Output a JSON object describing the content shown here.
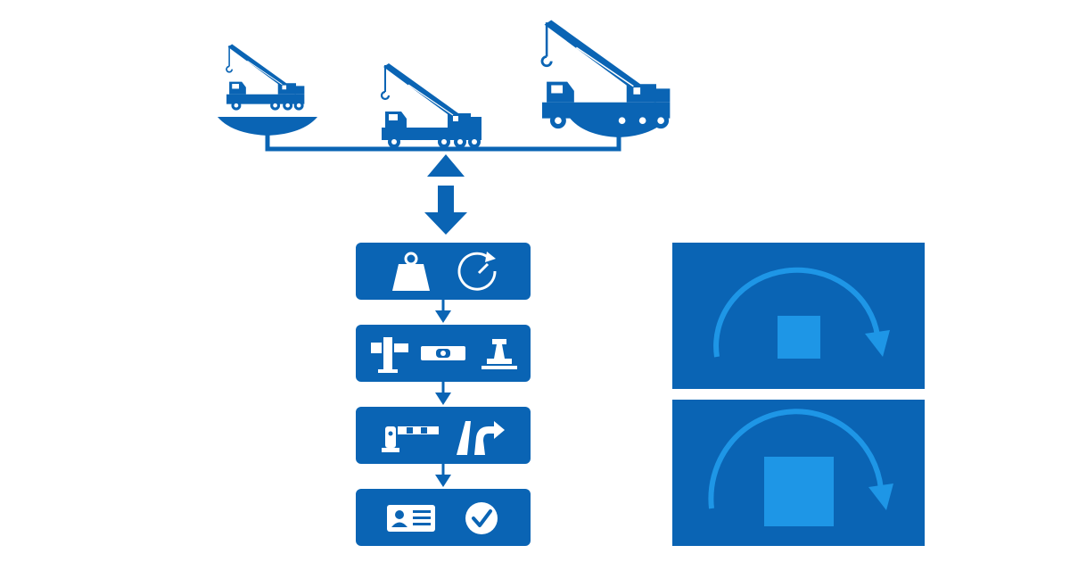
{
  "colors": {
    "primary": "#0a64b4",
    "accent": "#1e96e6",
    "background": "#ffffff",
    "icon_fill": "#ffffff"
  },
  "crane_balance": {
    "cranes": [
      {
        "size": "small",
        "icon": "mobile-crane-icon"
      },
      {
        "size": "medium",
        "icon": "mobile-crane-icon"
      },
      {
        "size": "large",
        "icon": "mobile-crane-icon"
      }
    ],
    "pivot_icon": "pivot-triangle-icon",
    "connector_icon": "down-arrow-icon"
  },
  "flow_steps": [
    {
      "id": "load-and-radius",
      "icons": [
        "weight-icon",
        "rotation-gauge-icon"
      ]
    },
    {
      "id": "ground-and-setup",
      "icons": [
        "outrigger-icon",
        "spirit-level-icon",
        "ground-pad-icon"
      ]
    },
    {
      "id": "site-access",
      "icons": [
        "barrier-gate-icon",
        "road-route-icon"
      ]
    },
    {
      "id": "approval",
      "icons": [
        "id-card-icon",
        "check-circle-icon"
      ]
    }
  ],
  "comparison_panels": [
    {
      "id": "small-load",
      "icons": [
        "rotation-arc-icon",
        "load-square-icon"
      ],
      "load_scale": "small"
    },
    {
      "id": "large-load",
      "icons": [
        "rotation-arc-icon",
        "load-square-icon"
      ],
      "load_scale": "large"
    }
  ]
}
